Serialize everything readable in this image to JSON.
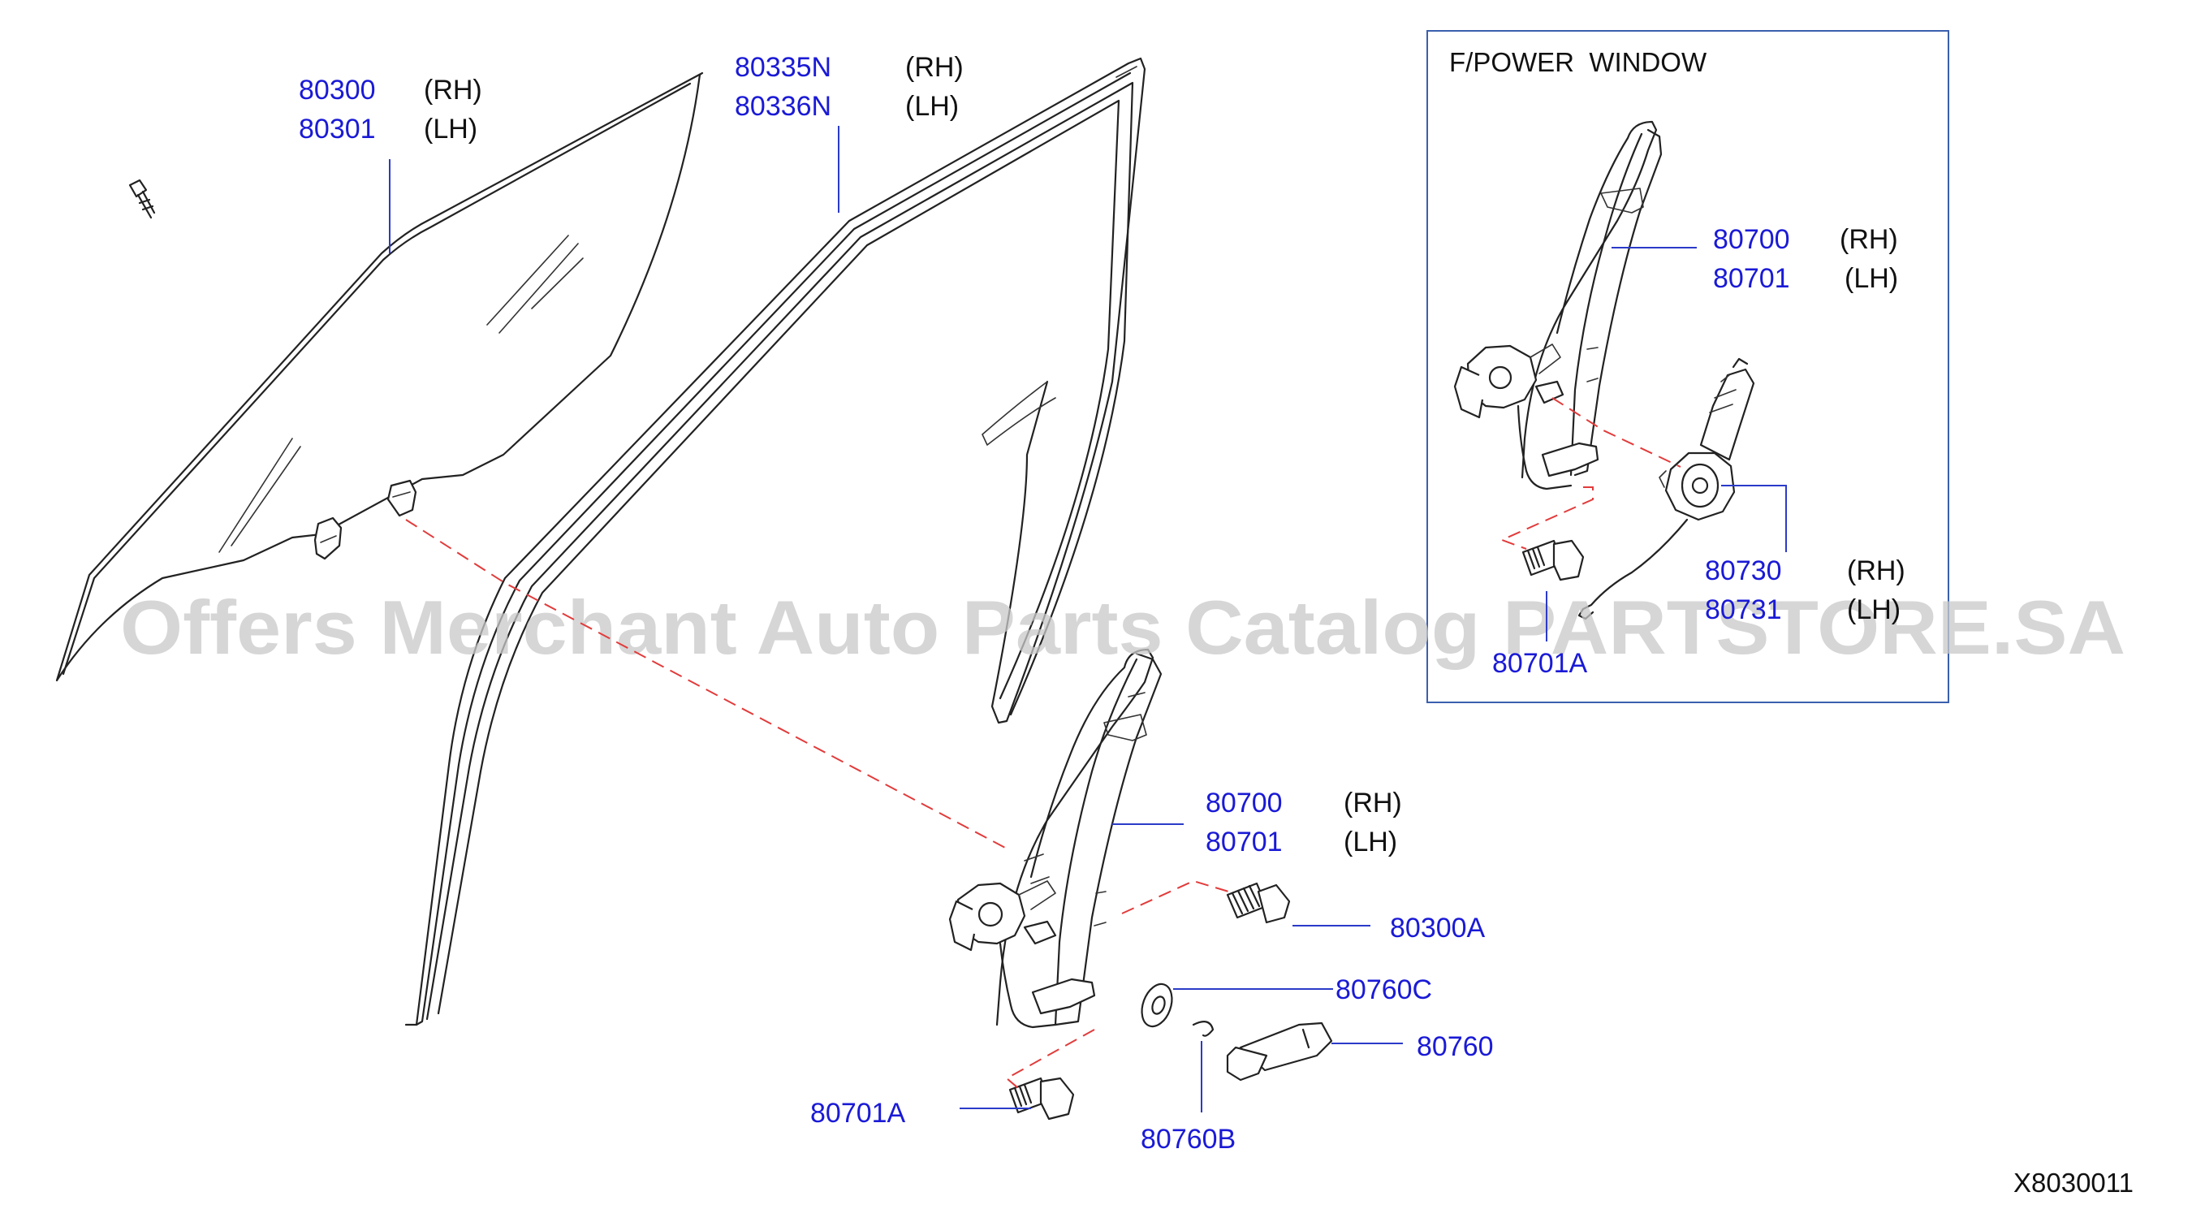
{
  "colors": {
    "part_number": "#1a1ad6",
    "leader": "#2b3bc9",
    "assembly_dash": "#e23b3b",
    "watermark": "#c9c9c9",
    "inset_border": "#3a5fae"
  },
  "watermark": "Offers Merchant Auto Parts Catalog PARTSTORE.SA",
  "inset": {
    "title": "F/POWER  WINDOW"
  },
  "labels": {
    "glass_rh": {
      "number": "80300",
      "side": "(RH)"
    },
    "glass_lh": {
      "number": "80301",
      "side": "(LH)"
    },
    "run_rh": {
      "number": "80335N",
      "side": "(RH)"
    },
    "run_lh": {
      "number": "80336N",
      "side": "(LH)"
    },
    "reg_rh": {
      "number": "80700",
      "side": "(RH)"
    },
    "reg_lh": {
      "number": "80701",
      "side": "(LH)"
    },
    "bolt_glass": {
      "number": "80300A"
    },
    "washer": {
      "number": "80760C"
    },
    "handle": {
      "number": "80760"
    },
    "clip": {
      "number": "80760B"
    },
    "bolt_reg": {
      "number": "80701A"
    },
    "inset_reg_rh": {
      "number": "80700",
      "side": "(RH)"
    },
    "inset_reg_lh": {
      "number": "80701",
      "side": "(LH)"
    },
    "motor_rh": {
      "number": "80730",
      "side": "(RH)"
    },
    "motor_lh": {
      "number": "80731",
      "side": "(LH)"
    },
    "inset_bolt": {
      "number": "80701A"
    }
  },
  "diagram_ref": "X8030011"
}
